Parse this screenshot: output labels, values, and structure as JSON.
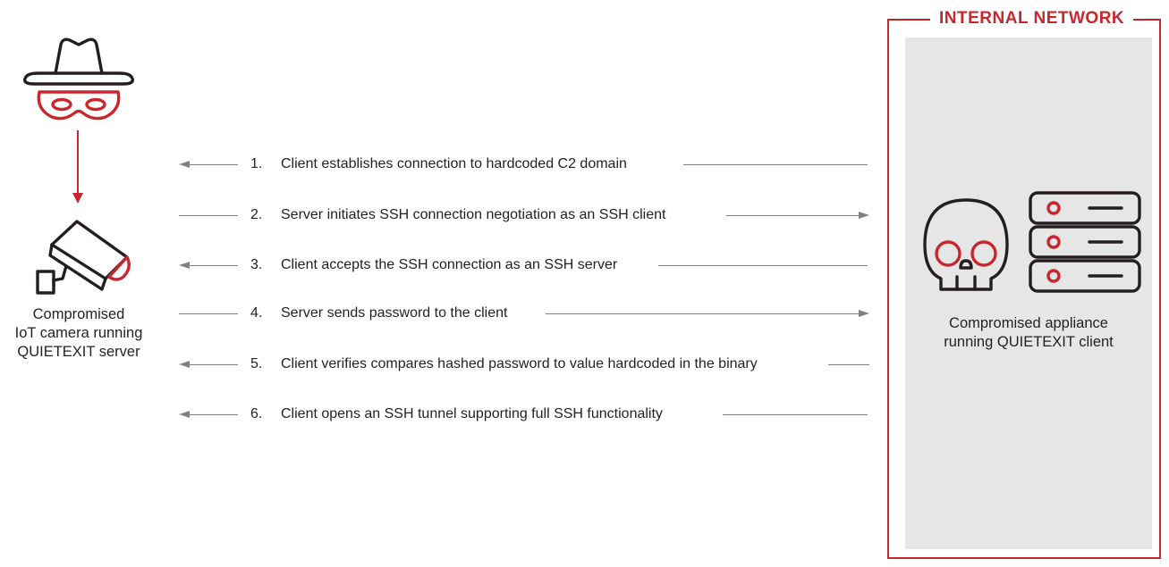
{
  "network": {
    "title": "INTERNAL NETWORK",
    "caption_line1": "Compromised appliance",
    "caption_line2": "running QUIETEXIT client"
  },
  "attacker": {
    "icon": "hacker-icon",
    "camera_icon": "iot-camera-icon",
    "caption_line1": "Compromised",
    "caption_line2": "IoT camera running",
    "caption_line3": "QUIETEXIT server"
  },
  "appliance": {
    "skull_icon": "skull-icon",
    "server_icon": "server-rack-icon"
  },
  "steps": [
    {
      "num": "1.",
      "text": "Client establishes connection to hardcoded C2 domain",
      "direction": "left"
    },
    {
      "num": "2.",
      "text": "Server initiates SSH connection negotiation as an SSH client",
      "direction": "right"
    },
    {
      "num": "3.",
      "text": "Client accepts the SSH connection as an SSH server",
      "direction": "left"
    },
    {
      "num": "4.",
      "text": "Server sends password to the client",
      "direction": "right"
    },
    {
      "num": "5.",
      "text": "Client verifies compares hashed password to value hardcoded in the binary",
      "direction": "left"
    },
    {
      "num": "6.",
      "text": "Client opens an SSH tunnel supporting full SSH functionality",
      "direction": "left"
    }
  ],
  "colors": {
    "accent": "#c8282d",
    "line": "#808080",
    "panel": "#e6e6e6",
    "text": "#231f20"
  }
}
